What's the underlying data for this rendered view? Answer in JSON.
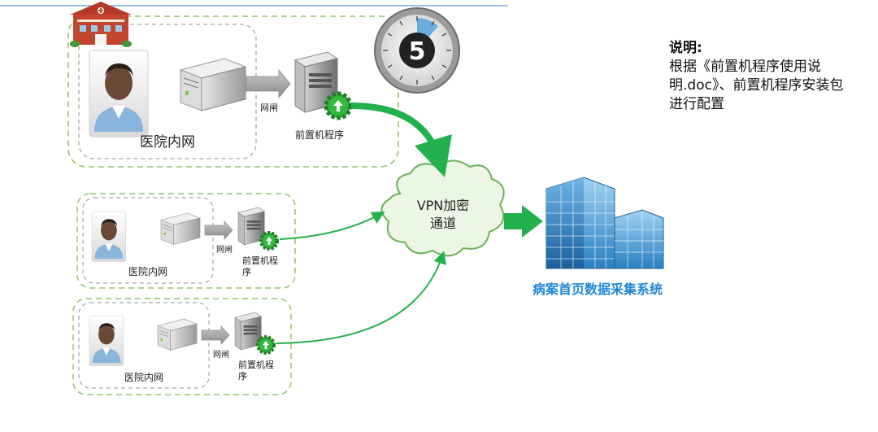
{
  "timer": {
    "value": "5"
  },
  "note": {
    "title": "说明:",
    "body": "根据《前置机程序使用说明.doc》、前置机程序安装包进行配置"
  },
  "vpn": {
    "line1": "VPN加密",
    "line2": "通道"
  },
  "system": {
    "label": "病案首页数据采集系统"
  },
  "hospitals": [
    {
      "network_label": "医院内网",
      "gateway_label": "网闸",
      "frontend_label": [
        "前置机程序"
      ]
    },
    {
      "network_label": "医院内网",
      "gateway_label": "网闸",
      "frontend_label": [
        "前置机程",
        "序"
      ]
    },
    {
      "network_label": "医院内网",
      "gateway_label": "网闸",
      "frontend_label": [
        "前置机程",
        "序"
      ]
    }
  ],
  "colors": {
    "green_arrow": "#22b14c",
    "dashed_border": "#8fc46a",
    "cloud_fill": "#ecf6e4",
    "system_text": "#1f86d6"
  }
}
